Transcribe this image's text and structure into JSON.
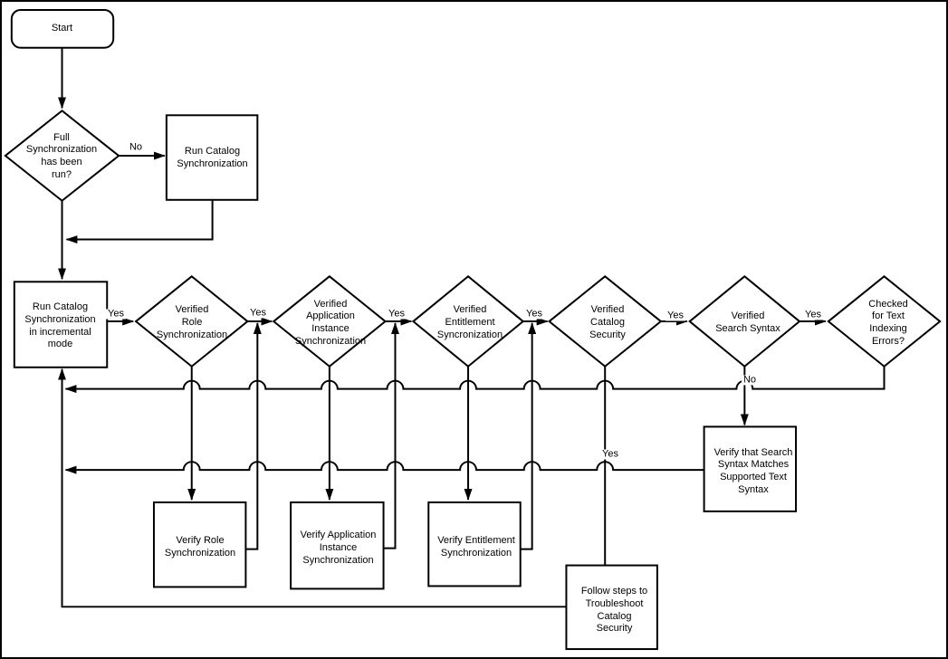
{
  "diagram": {
    "colors": {
      "line": "#000000",
      "background": "#ffffff"
    },
    "nodes": {
      "start": {
        "label": "Start"
      },
      "full_sync_check": {
        "label": "Full\nSynchronization\nhas been\nrun?"
      },
      "run_catalog_sync": {
        "label": "Run Catalog\nSynchronization"
      },
      "run_incremental_sync": {
        "label": "Run Catalog\nSynchronization\nin incremental\nmode"
      },
      "verified_role_sync": {
        "label": "Verified\nRole\nSynchronization"
      },
      "verified_app_instance_sync": {
        "label": "Verified\nApplication\nInstance\nSynchronization"
      },
      "verified_entitlement_sync": {
        "label": "Verified\nEntitlement\nSyncronization"
      },
      "verified_catalog_security": {
        "label": "Verified\nCatalog\nSecurity"
      },
      "verified_search_syntax": {
        "label": "Verified\nSearch Syntax"
      },
      "checked_text_indexing": {
        "label": "Checked\nfor Text\nIndexing\nErrors?"
      },
      "verify_role_sync": {
        "label": "Verify Role\nSynchronization"
      },
      "verify_app_instance_sync": {
        "label": "Verify Application\nInstance\nSynchronization"
      },
      "verify_entitlement_sync": {
        "label": "Verify Entitlement\nSynchronization"
      },
      "verify_search_syntax": {
        "label": "Verify that Search\nSyntax Matches\nSupported Text\nSyntax"
      },
      "follow_troubleshoot_steps": {
        "label": "Follow steps to\nTroubleshoot\nCatalog\nSecurity"
      }
    },
    "edge_labels": {
      "full_sync_no": "No",
      "full_sync_yes": "Yes",
      "role_yes": "Yes",
      "app_instance_yes": "Yes",
      "entitlement_yes": "Yes",
      "catalog_security_yes": "Yes",
      "search_syntax_yes": "Yes",
      "catalog_security_branch_yes": "Yes",
      "search_syntax_no": "No"
    }
  }
}
